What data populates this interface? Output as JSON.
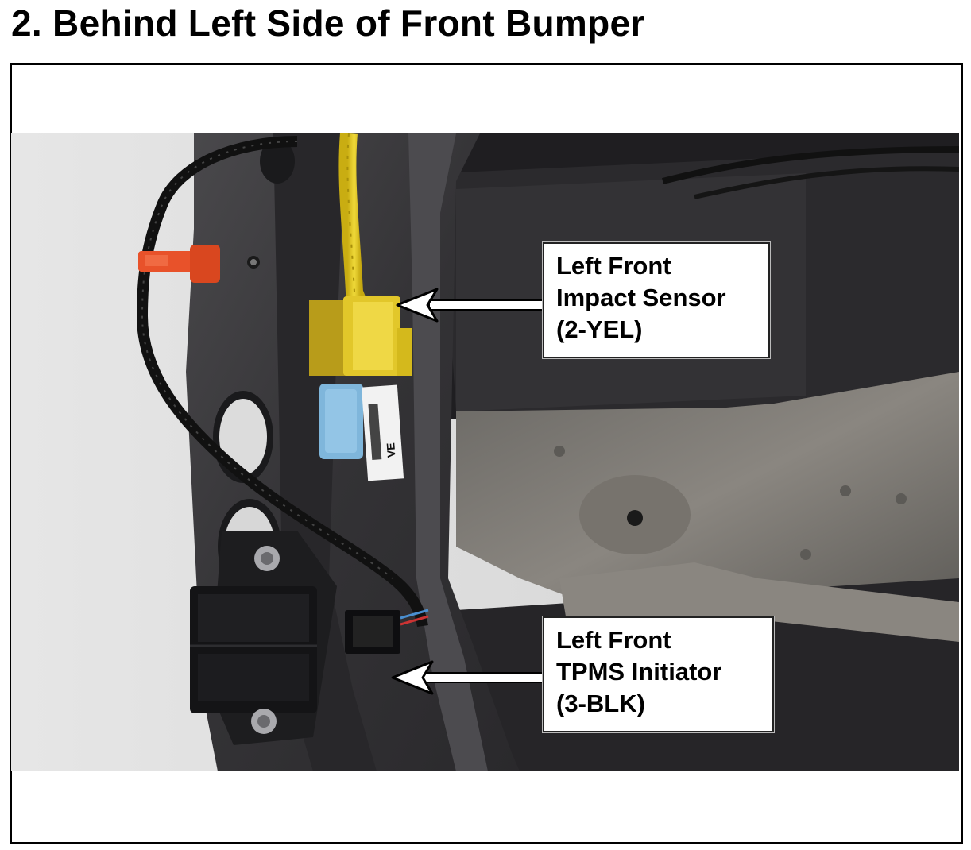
{
  "title": "2.  Behind Left Side of Front Bumper",
  "callouts": [
    {
      "lines": [
        "Left Front",
        "Impact Sensor",
        "(2-YEL)"
      ]
    },
    {
      "lines": [
        "Left Front",
        "TPMS Initiator",
        "(3-BLK)"
      ]
    }
  ],
  "photo": {
    "label_text": "VE",
    "colors": {
      "yellow_connector": "#e9cf22",
      "blue_connector": "#7fb6db",
      "orange_clip": "#e8522a",
      "frame_metal": "#3b3a3d",
      "background_wall": "#dddddd"
    }
  }
}
